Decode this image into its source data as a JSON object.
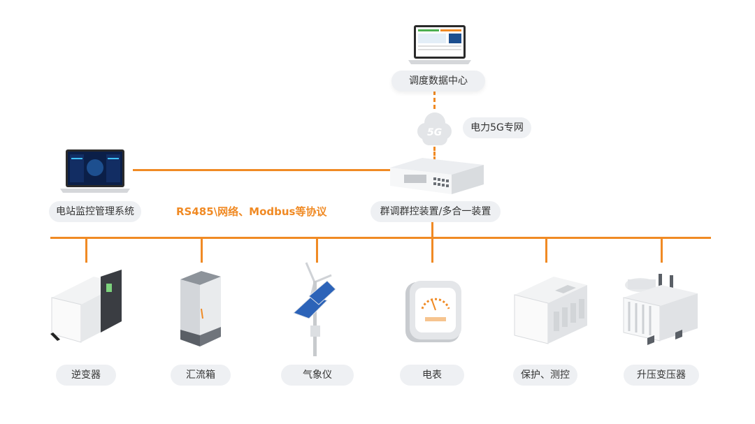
{
  "nodes": {
    "dispatch_center": "调度数据中心",
    "network": "电力5G专网",
    "network_badge": "5G",
    "station_monitor": "电站监控管理系统",
    "group_control": "群调群控装置/多合一装置",
    "protocol": "RS485\\网络、Modbus等协议"
  },
  "devices": [
    "逆变器",
    "汇流箱",
    "气象仪",
    "电表",
    "保护、测控",
    "升压变压器"
  ],
  "colors": {
    "accent": "#f08a24",
    "pill": "#eef0f3"
  },
  "icons": [
    "laptop-icon",
    "cloud-5g-icon",
    "switch-icon",
    "inverter-icon",
    "combiner-box-icon",
    "weather-station-icon",
    "meter-icon",
    "protection-cabinet-icon",
    "transformer-icon"
  ]
}
